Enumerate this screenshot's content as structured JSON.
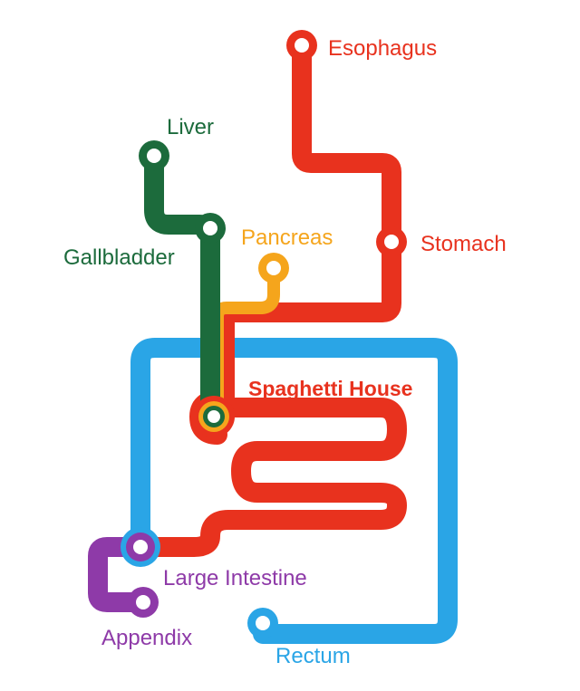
{
  "colors": {
    "red": "#e8321e",
    "green": "#1c6b3c",
    "orange": "#f5a51c",
    "blue": "#2aa5e6",
    "purple": "#8e3aa8"
  },
  "stations": {
    "esophagus": "Esophagus",
    "stomach": "Stomach",
    "liver": "Liver",
    "gallbladder": "Gallbladder",
    "pancreas": "Pancreas",
    "spaghetti_house": "Spaghetti House",
    "large_intestine": "Large Intestine",
    "appendix": "Appendix",
    "rectum": "Rectum"
  }
}
